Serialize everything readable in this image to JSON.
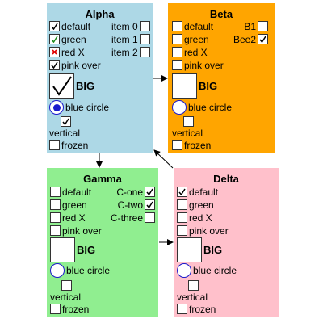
{
  "panels": {
    "alpha": {
      "title": "Alpha",
      "default": {
        "label": "default",
        "checked": true
      },
      "green": {
        "label": "green",
        "checked": true
      },
      "red": {
        "label": "red X",
        "checked": true
      },
      "pink": {
        "label": "pink over",
        "checked": true
      },
      "big": {
        "label": "BIG",
        "checked": true
      },
      "radio": {
        "label": "blue circle",
        "checked": true
      },
      "vertical": {
        "label": "vertical",
        "checked": true
      },
      "frozen": {
        "label": "frozen",
        "checked": false
      },
      "items": [
        {
          "label": "item 0",
          "checked": false
        },
        {
          "label": "item 1",
          "checked": false
        },
        {
          "label": "item 2",
          "checked": false
        }
      ]
    },
    "beta": {
      "title": "Beta",
      "default": {
        "label": "default",
        "checked": false
      },
      "green": {
        "label": "green",
        "checked": false
      },
      "red": {
        "label": "red X",
        "checked": false
      },
      "pink": {
        "label": "pink over",
        "checked": false
      },
      "big": {
        "label": "BIG",
        "checked": false
      },
      "radio": {
        "label": "blue circle",
        "checked": false
      },
      "vertical": {
        "label": "vertical",
        "checked": false
      },
      "frozen": {
        "label": "frozen",
        "checked": false
      },
      "items": [
        {
          "label": "B1",
          "checked": false
        },
        {
          "label": "Bee2",
          "checked": true
        }
      ]
    },
    "gamma": {
      "title": "Gamma",
      "default": {
        "label": "default",
        "checked": false
      },
      "green": {
        "label": "green",
        "checked": false
      },
      "red": {
        "label": "red X",
        "checked": false
      },
      "pink": {
        "label": "pink over",
        "checked": false
      },
      "big": {
        "label": "BIG",
        "checked": false
      },
      "radio": {
        "label": "blue circle",
        "checked": false
      },
      "vertical": {
        "label": "vertical",
        "checked": false
      },
      "frozen": {
        "label": "frozen",
        "checked": false
      },
      "items": [
        {
          "label": "C-one",
          "checked": true
        },
        {
          "label": "C-two",
          "checked": true
        },
        {
          "label": "C-three",
          "checked": false
        }
      ]
    },
    "delta": {
      "title": "Delta",
      "default": {
        "label": "default",
        "checked": true
      },
      "green": {
        "label": "green",
        "checked": false
      },
      "red": {
        "label": "red X",
        "checked": false
      },
      "pink": {
        "label": "pink over",
        "checked": false
      },
      "big": {
        "label": "BIG",
        "checked": false
      },
      "radio": {
        "label": "blue circle",
        "checked": false
      },
      "vertical": {
        "label": "vertical",
        "checked": false
      },
      "frozen": {
        "label": "frozen",
        "checked": false
      }
    }
  },
  "colors": {
    "alpha_bg": "#add8e6",
    "beta_bg": "#ffa500",
    "gamma_bg": "#90ee90",
    "delta_bg": "#ffc0cb",
    "check_default": "#000000",
    "check_green": "#1a8a1a",
    "check_red": "#e00000",
    "radio_blue": "#1a1acc"
  }
}
